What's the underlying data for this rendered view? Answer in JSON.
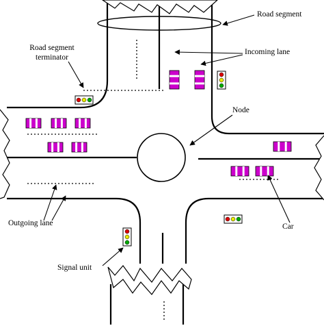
{
  "labels": {
    "road_segment": "Road segment",
    "road_segment_terminator_line1": "Road segment",
    "road_segment_terminator_line2": "terminator",
    "incoming_lane": "Incoming lane",
    "node": "Node",
    "outgoing_lane": "Outgoing lane",
    "car": "Car",
    "signal_unit": "Signal unit"
  },
  "colors": {
    "road_line": "#000000",
    "car_body": "#cc00cc",
    "car_stripe": "#ffffff",
    "signal_red": "#dd0000",
    "signal_amber": "#e8e800",
    "signal_green": "#00aa00"
  }
}
